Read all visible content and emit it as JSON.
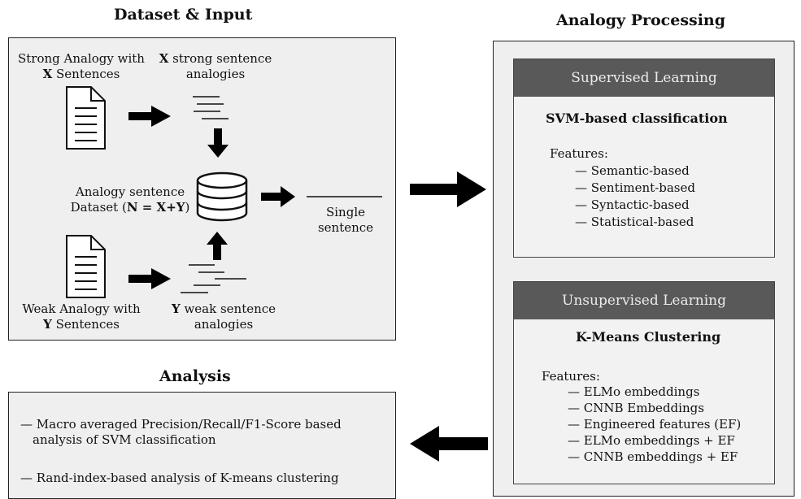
{
  "titles": {
    "dataset": "Dataset & Input",
    "processing": "Analogy Processing",
    "analysis": "Analysis"
  },
  "dataset": {
    "strong_doc_label": [
      "Strong Analogy with",
      "X",
      " Sentences"
    ],
    "strong_out_label": [
      "X",
      " strong sentence",
      "analogies"
    ],
    "db_label": [
      "Analogy sentence",
      "Dataset (",
      "N = X+Y",
      ")"
    ],
    "single_label": [
      "Single",
      "sentence"
    ],
    "weak_doc_label": [
      "Weak Analogy with",
      "Y",
      " Sentences"
    ],
    "weak_out_label": [
      "Y",
      " weak sentence",
      "analogies"
    ]
  },
  "supervised": {
    "header": "Supervised Learning",
    "method": "SVM-based classification",
    "features_title": "Features:",
    "features": [
      "— Semantic-based",
      "— Sentiment-based",
      "— Syntactic-based",
      "— Statistical-based"
    ]
  },
  "unsupervised": {
    "header": "Unsupervised Learning",
    "method": "K-Means Clustering",
    "features_title": "Features:",
    "features": [
      "— ELMo embeddings",
      "— CNNB Embeddings",
      "— Engineered features (EF)",
      "— ELMo embeddings + EF",
      "— CNNB embeddings + EF"
    ]
  },
  "analysis": {
    "items": [
      [
        "—  Macro averaged Precision/Recall/F1-Score based",
        "analysis of SVM classification"
      ],
      [
        "—  Rand-index-based analysis of K-means clustering"
      ]
    ]
  }
}
